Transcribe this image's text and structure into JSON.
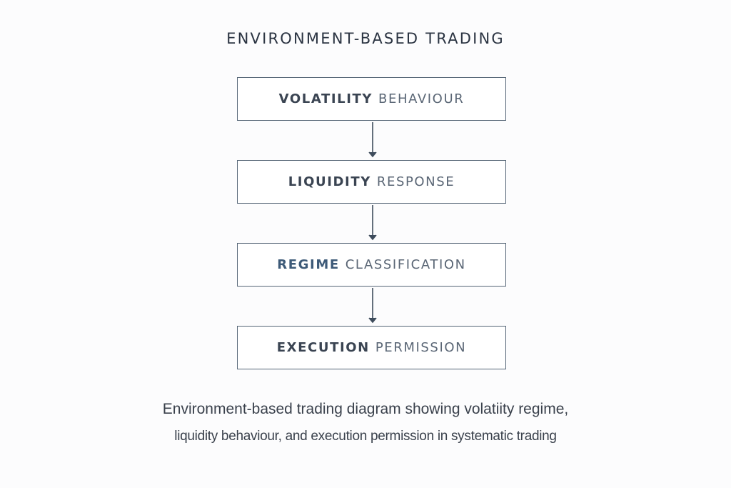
{
  "title": "ENVIRONMENT-BASED TRADING",
  "colors": {
    "text_dark": "#2b3442",
    "box_border": "#556576",
    "regime_accent": "#3d5a78",
    "arrow": "#3e4c5c",
    "background": "#fcfcfd"
  },
  "steps": [
    {
      "strong": "VOLATILITY",
      "light": "BEHAVIOUR"
    },
    {
      "strong": "LIQUIDITY",
      "light": "RESPONSE"
    },
    {
      "strong": "REGIME",
      "light": "CLASSIFICATION"
    },
    {
      "strong": "EXECUTION",
      "light": "PERMISSION"
    }
  ],
  "arrows": [
    "arrow-down",
    "arrow-down",
    "arrow-down"
  ],
  "caption": {
    "line1": "Environment-based trading diagram showing volatiity regime,",
    "line2": "liquidity behaviour, and execution permission in systematic trading"
  }
}
